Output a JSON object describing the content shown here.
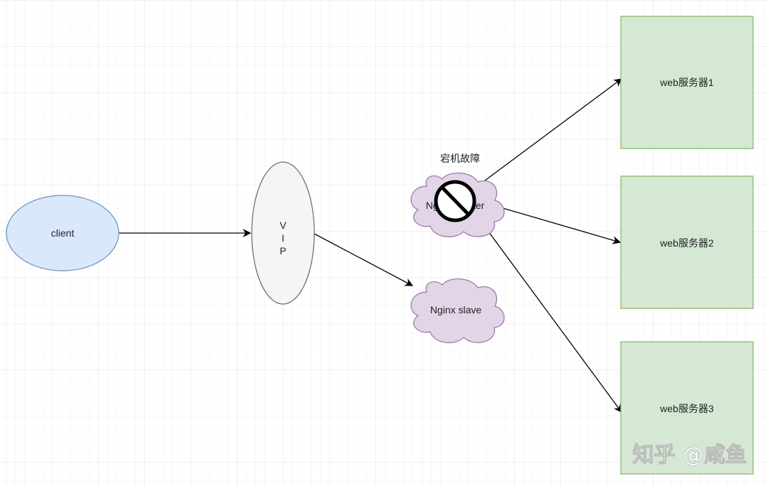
{
  "diagram": {
    "nodes": {
      "client": {
        "label": "client",
        "fill": "#dae8fc",
        "stroke": "#6c8ebf"
      },
      "vip": {
        "label_lines": [
          "V",
          "I",
          "P"
        ],
        "fill": "#f5f5f5",
        "stroke": "#666666"
      },
      "nginx_master": {
        "label": "Nginx master",
        "fill": "#e1d5e7",
        "stroke": "#9673a6"
      },
      "nginx_slave": {
        "label": "Nginx slave",
        "fill": "#e1d5e7",
        "stroke": "#9673a6"
      },
      "web1": {
        "label": "web服务器1",
        "fill": "#d5e8d4",
        "stroke": "#82b366"
      },
      "web2": {
        "label": "web服务器2",
        "fill": "#d5e8d4",
        "stroke": "#82b366"
      },
      "web3": {
        "label": "web服务器3",
        "fill": "#d5e8d4",
        "stroke": "#82b366"
      }
    },
    "failure_label": "宕机故障",
    "failure_icon": "prohibited-icon",
    "edges": [
      {
        "from": "client",
        "to": "vip"
      },
      {
        "from": "vip",
        "to": "nginx_slave"
      },
      {
        "from": "nginx_master",
        "to": "web1"
      },
      {
        "from": "nginx_master",
        "to": "web2"
      },
      {
        "from": "nginx_master",
        "to": "web3"
      }
    ]
  },
  "watermark": "知乎 @咸鱼"
}
